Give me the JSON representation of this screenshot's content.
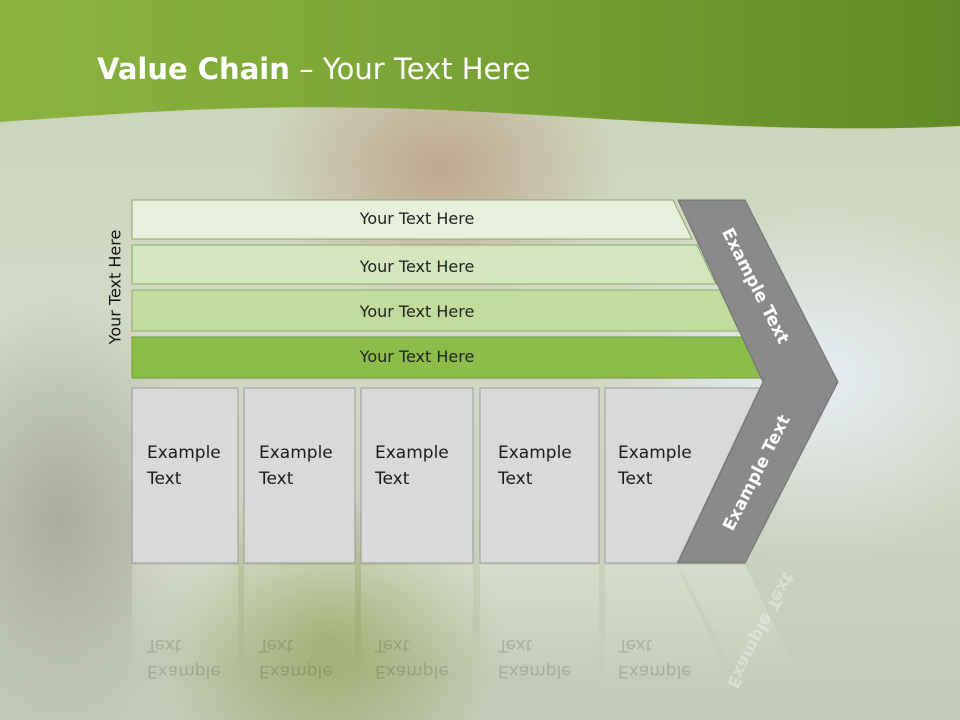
{
  "title": {
    "bold": "Value Chain",
    "rest": " – Your Text Here"
  },
  "side_label": "Your Text Here",
  "bars": [
    {
      "label": "Your Text Here",
      "color": "#e6f0da"
    },
    {
      "label": "Your Text Here",
      "color": "#d3e6bd"
    },
    {
      "label": "Your Text Here",
      "color": "#c2dc9e"
    },
    {
      "label": "Your Text Here",
      "color": "#8cbd4a"
    }
  ],
  "columns": [
    {
      "label": "Example\nText"
    },
    {
      "label": "Example\nText"
    },
    {
      "label": "Example\nText"
    },
    {
      "label": "Example\nText"
    },
    {
      "label": "Example\nText"
    }
  ],
  "arrow": {
    "top_label": "Example Text",
    "bottom_label": "Example Text",
    "color": "#8a8a8a"
  },
  "colors": {
    "header_green": "#6e9a2e",
    "column_fill": "#d9d9d9"
  }
}
